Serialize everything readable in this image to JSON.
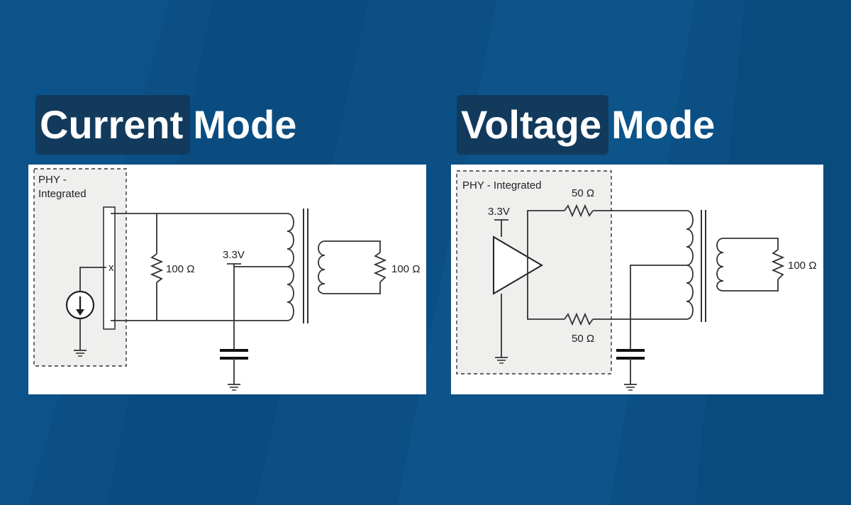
{
  "colors": {
    "background": "#0b4f84",
    "title_highlight": "#123a5c",
    "title_text": "#ffffff",
    "panel_bg": "#ffffff",
    "phy_box_bg": "#efefee",
    "wire": "#333333"
  },
  "current_mode": {
    "title_highlight": "Current",
    "title_rest": "Mode",
    "phy_label_line1": "PHY -",
    "phy_label_line2": "Integrated",
    "x_mark": "x",
    "resistor_label": "100 Ω",
    "supply_label": "3.3V",
    "load_label": "100 Ω"
  },
  "voltage_mode": {
    "title_highlight": "Voltage",
    "title_rest": "Mode",
    "phy_label": "PHY - Integrated",
    "supply_label": "3.3V",
    "top_resistor_label": "50 Ω",
    "bottom_resistor_label": "50 Ω",
    "load_label": "100 Ω"
  }
}
